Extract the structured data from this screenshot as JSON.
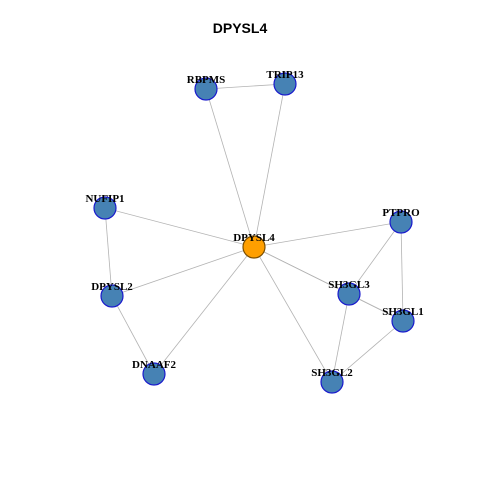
{
  "title": "DPYSL4",
  "colors": {
    "center_fill": "#ff9f00",
    "center_stroke": "#7a4d00",
    "node_fill": "#4682b4",
    "node_stroke": "#1a1acd",
    "edge": "#b3b3b3"
  },
  "center_node": "DPYSL4",
  "nodes": [
    {
      "id": "DPYSL4",
      "label": "DPYSL4"
    },
    {
      "id": "RBPMS",
      "label": "RBPMS"
    },
    {
      "id": "TRIP13",
      "label": "TRIP13"
    },
    {
      "id": "NUFIP1",
      "label": "NUFIP1"
    },
    {
      "id": "PTPRO",
      "label": "PTPRO"
    },
    {
      "id": "DPYSL2",
      "label": "DPYSL2"
    },
    {
      "id": "SH3GL3",
      "label": "SH3GL3"
    },
    {
      "id": "SH3GL1",
      "label": "SH3GL1"
    },
    {
      "id": "DNAAF2",
      "label": "DNAAF2"
    },
    {
      "id": "SH3GL2",
      "label": "SH3GL2"
    }
  ],
  "edges": [
    [
      "RBPMS",
      "TRIP13"
    ],
    [
      "RBPMS",
      "DPYSL4"
    ],
    [
      "TRIP13",
      "DPYSL4"
    ],
    [
      "NUFIP1",
      "DPYSL4"
    ],
    [
      "NUFIP1",
      "DPYSL2"
    ],
    [
      "DPYSL2",
      "DPYSL4"
    ],
    [
      "DPYSL2",
      "DNAAF2"
    ],
    [
      "DNAAF2",
      "DPYSL4"
    ],
    [
      "PTPRO",
      "DPYSL4"
    ],
    [
      "PTPRO",
      "SH3GL3"
    ],
    [
      "PTPRO",
      "SH3GL1"
    ],
    [
      "SH3GL3",
      "DPYSL4"
    ],
    [
      "SH3GL3",
      "SH3GL1"
    ],
    [
      "SH3GL3",
      "SH3GL2"
    ],
    [
      "SH3GL1",
      "DPYSL4"
    ],
    [
      "SH3GL1",
      "SH3GL2"
    ],
    [
      "SH3GL2",
      "DPYSL4"
    ]
  ]
}
